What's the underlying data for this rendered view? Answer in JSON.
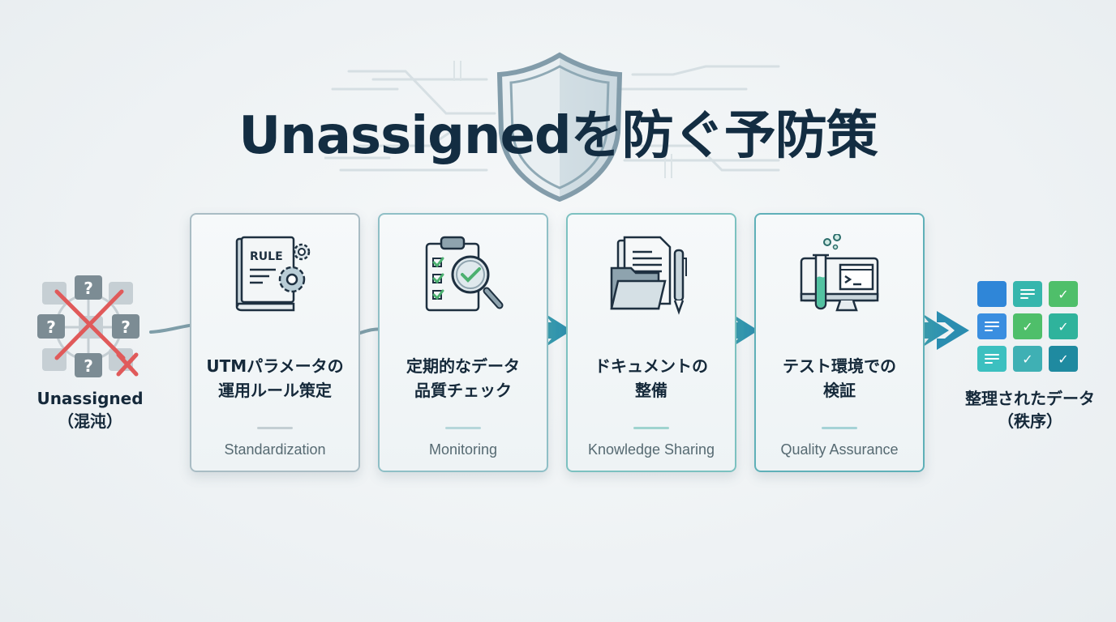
{
  "title": "Unassignedを防ぐ予防策",
  "source": {
    "label_line1": "Unassigned",
    "label_line2": "（混沌）",
    "icon": "chaotic-question-network-crossed-icon"
  },
  "steps": [
    {
      "jp_line1": "UTMパラメータの",
      "jp_line2": "運用ルール策定",
      "en": "Standardization",
      "icon": "rule-book-gears-icon",
      "accent": "#a9bcc4"
    },
    {
      "jp_line1": "定期的なデータ",
      "jp_line2": "品質チェック",
      "en": "Monitoring",
      "icon": "clipboard-magnifier-check-icon",
      "accent": "#8fbfc6"
    },
    {
      "jp_line1": "ドキュメントの",
      "jp_line2": "整備",
      "en": "Knowledge Sharing",
      "icon": "folder-documents-pen-icon",
      "accent": "#7cc1c0"
    },
    {
      "jp_line1": "テスト環境での",
      "jp_line2": "検証",
      "en": "Quality Assurance",
      "icon": "test-tube-monitor-icon",
      "accent": "#5fb0b8"
    }
  ],
  "result": {
    "label_line1": "整理されたデータ",
    "label_line2": "（秩序）",
    "icon": "organized-data-grid-icon",
    "cells": [
      {
        "type": "blank",
        "color": "#2f86d8"
      },
      {
        "type": "lines",
        "color": "#36b6ad"
      },
      {
        "type": "check",
        "color": "#4fbf6a"
      },
      {
        "type": "lines",
        "color": "#3a8ee0"
      },
      {
        "type": "check",
        "color": "#4fbf6a"
      },
      {
        "type": "check",
        "color": "#2fb39c"
      },
      {
        "type": "lines",
        "color": "#3cc0c0"
      },
      {
        "type": "check",
        "color": "#3fb0b4"
      },
      {
        "type": "check",
        "color": "#1f8aa0"
      }
    ]
  },
  "colors": {
    "title": "#132d42",
    "arrow_start": "#7fa7b3",
    "arrow_mid": "#59b8b4",
    "arrow_end": "#2b8fb0",
    "red_cross": "#e05a5a"
  }
}
